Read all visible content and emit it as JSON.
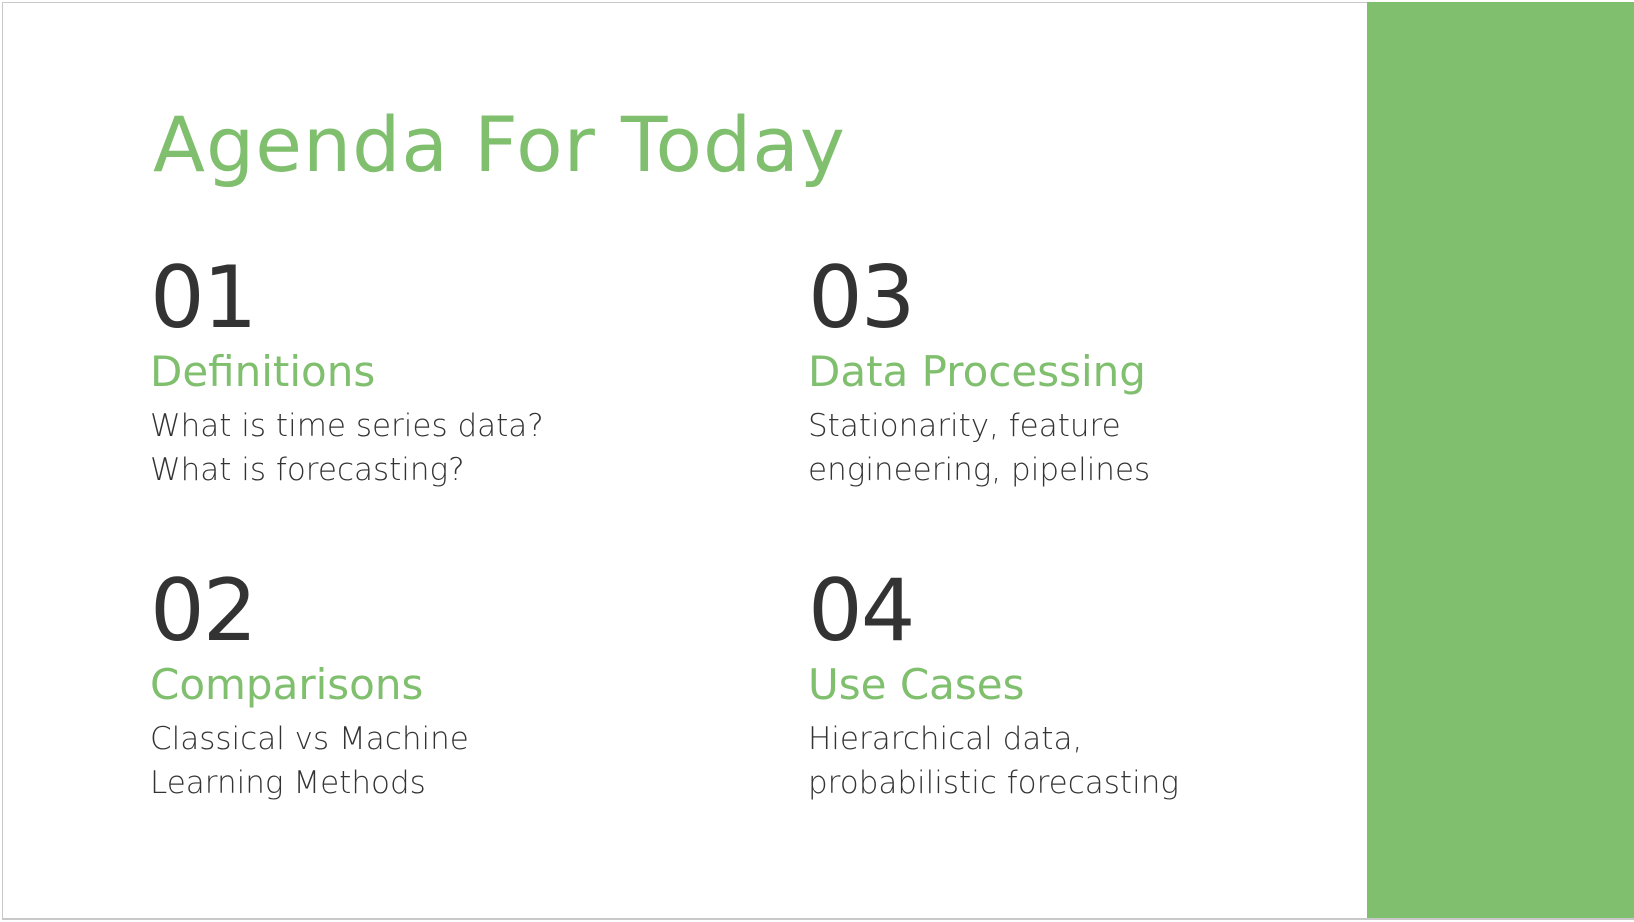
{
  "slide": {
    "title": "Agenda For Today",
    "accent_color": "#7fbf6e",
    "text_color": "#333333",
    "items": [
      {
        "number": "01",
        "heading": "Definitions",
        "description": "What is time series data? What is forecasting?"
      },
      {
        "number": "02",
        "heading": "Comparisons",
        "description": "Classical vs Machine Learning Methods"
      },
      {
        "number": "03",
        "heading": "Data Processing",
        "description": "Stationarity, feature engineering, pipelines"
      },
      {
        "number": "04",
        "heading": "Use Cases",
        "description": "Hierarchical data, probabilistic forecasting"
      }
    ]
  }
}
